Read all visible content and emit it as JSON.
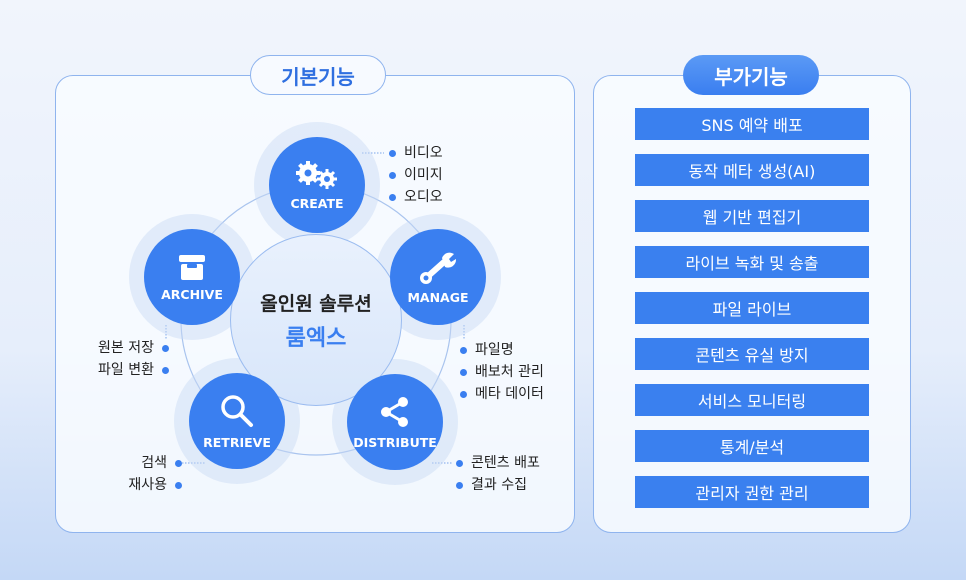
{
  "left_title": "기본기능",
  "right_title": "부가기능",
  "center": {
    "line1": "올인원 솔루션",
    "line2": "룸엑스"
  },
  "nodes": {
    "create": "CREATE",
    "manage": "MANAGE",
    "distribute": "DISTRIBUTE",
    "retrieve": "RETRIEVE",
    "archive": "ARCHIVE"
  },
  "lists": {
    "create": [
      "비디오",
      "이미지",
      "오디오"
    ],
    "manage": [
      "파일명",
      "배보처 관리",
      "메타 데이터"
    ],
    "distribute": [
      "콘텐츠 배포",
      "결과 수집"
    ],
    "retrieve": [
      "검색",
      "재사용"
    ],
    "archive": [
      "원본 저장",
      "파일 변환"
    ]
  },
  "features": [
    "SNS 예약 배포",
    "동작 메타 생성(AI)",
    "웹 기반 편집기",
    "라이브 녹화 및 송출",
    "파일 라이브",
    "콘텐츠 유실 방지",
    "서비스 모니터링",
    "통계/분석",
    "관리자 권한 관리"
  ],
  "colors": {
    "accent": "#3a7ff0"
  }
}
